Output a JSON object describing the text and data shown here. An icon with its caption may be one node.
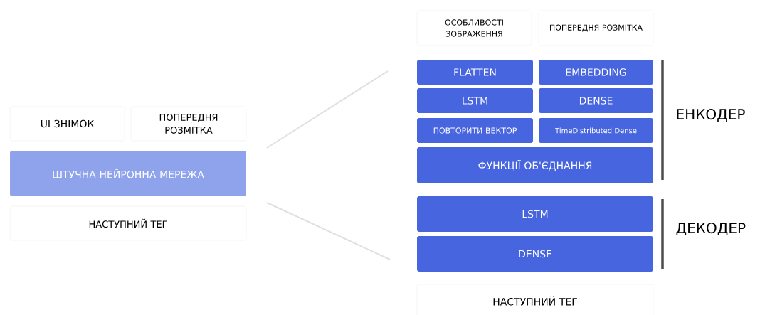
{
  "diagram": {
    "nodes": [
      {
        "text": [
          "UI ЗНІМОК"
        ]
      },
      {
        "text": [
          "ПОПЕРЕДНЯ РОЗМІТКА"
        ]
      },
      {
        "text": [
          "ШТУЧНА НЕЙРОННА МЕРЕЖА"
        ]
      },
      {
        "text": [
          "НАСТУПНИЙ ТЕГ"
        ]
      },
      {
        "text": [
          "ОСОБЛИВОСТІ ЗОБРАЖЕННЯ"
        ]
      },
      {
        "text": [
          "ПОПЕРЕДНЯ РОЗМІТКА"
        ]
      },
      {
        "text": [
          "FLATTEN"
        ]
      },
      {
        "text": [
          "EMBEDDING"
        ]
      },
      {
        "text": [
          "LSTM"
        ]
      },
      {
        "text": [
          "DENSE"
        ]
      },
      {
        "text": [
          "ПОВТОРИТИ ВЕКТОР"
        ]
      },
      {
        "text": [
          "TimeDistributed Dense"
        ]
      },
      {
        "text": [
          "ФУНКЦІЇ ОБ'ЄДНАННЯ"
        ]
      },
      {
        "text": [
          "LSTM"
        ]
      },
      {
        "text": [
          "DENSE"
        ]
      },
      {
        "text": [
          "НАСТУПНИЙ ТЕГ"
        ]
      }
    ],
    "labels": [
      "ЕНКОДЕР",
      "ДЕКОДЕР"
    ]
  }
}
